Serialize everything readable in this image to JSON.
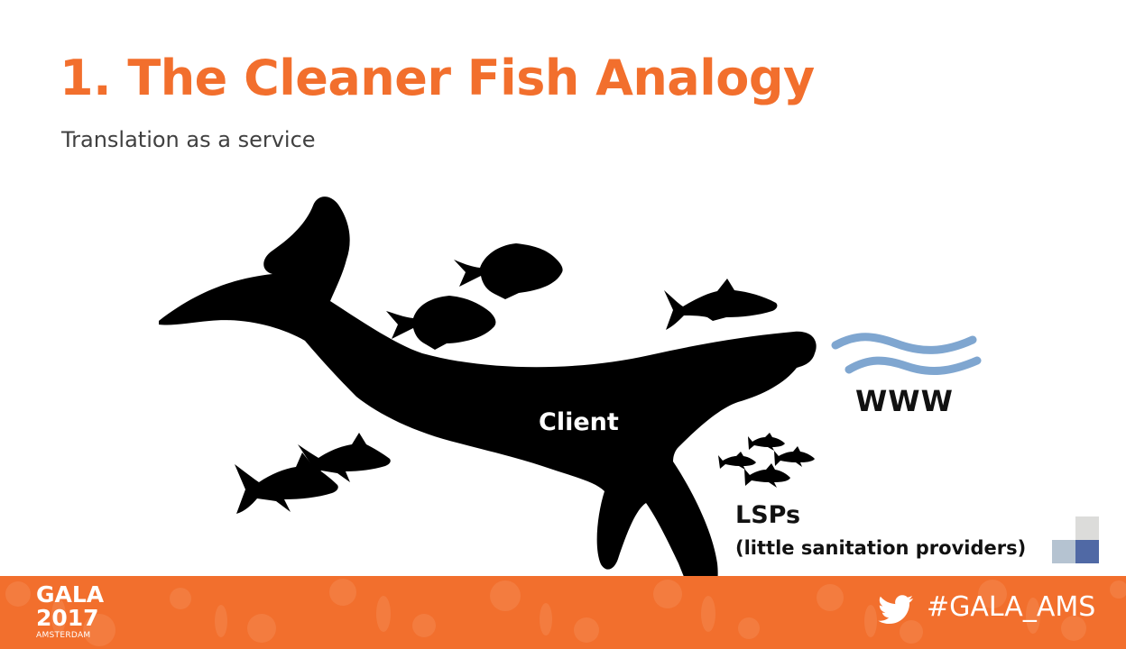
{
  "slide": {
    "title": "1. The Cleaner Fish Analogy",
    "subtitle": "Translation as a service"
  },
  "illustration": {
    "client_label": "Client",
    "web_label": "WWW",
    "provider_label": "LSPs",
    "provider_description": "(little sanitation providers)",
    "whale_icon": "whale-silhouette",
    "fish_icon": "fish-silhouette",
    "waves_icon": "water-waves-icon"
  },
  "footer": {
    "logo_name": "GALA",
    "logo_year": "2017",
    "logo_city": "AMSTERDAM",
    "hashtag": "#GALA_AMS",
    "social_icon": "twitter-bird-icon"
  },
  "colors": {
    "accent": "#F26F2D",
    "silhouette": "#000000",
    "waves": "#7FA6D0",
    "square_light_gray": "#DCDCDA",
    "square_light_blue": "#B5C3D1",
    "square_dark_blue": "#5069A5"
  }
}
